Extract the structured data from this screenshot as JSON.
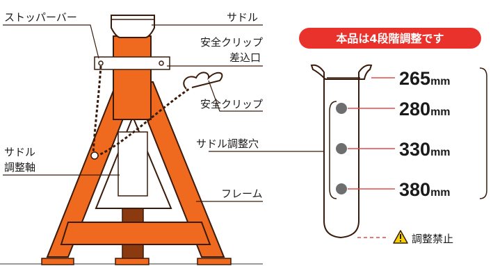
{
  "labels": {
    "stopper_bar": "ストッパーバー",
    "saddle": "サドル",
    "safety_clip_slot_line1": "安全クリップ",
    "safety_clip_slot_line2": "差込口",
    "safety_clip": "安全クリップ",
    "saddle_shaft_line1": "サドル",
    "saddle_shaft_line2": "調整軸",
    "saddle_holes": "サドル調整穴",
    "frame": "フレーム"
  },
  "banner": {
    "text": "本品は4段階調整です",
    "color": "#e8322b"
  },
  "heights": [
    {
      "value": "265",
      "unit": "mm"
    },
    {
      "value": "280",
      "unit": "mm"
    },
    {
      "value": "330",
      "unit": "mm"
    },
    {
      "value": "380",
      "unit": "mm"
    }
  ],
  "warning": {
    "text": "調整禁止",
    "icon": "warning-triangle-icon",
    "color": "#f5d000"
  },
  "colors": {
    "frame": "#ef6a1f",
    "shaft_dark": "#8b3a10",
    "guide_line": "#e24a4a",
    "hole": "#6e6e6e"
  }
}
